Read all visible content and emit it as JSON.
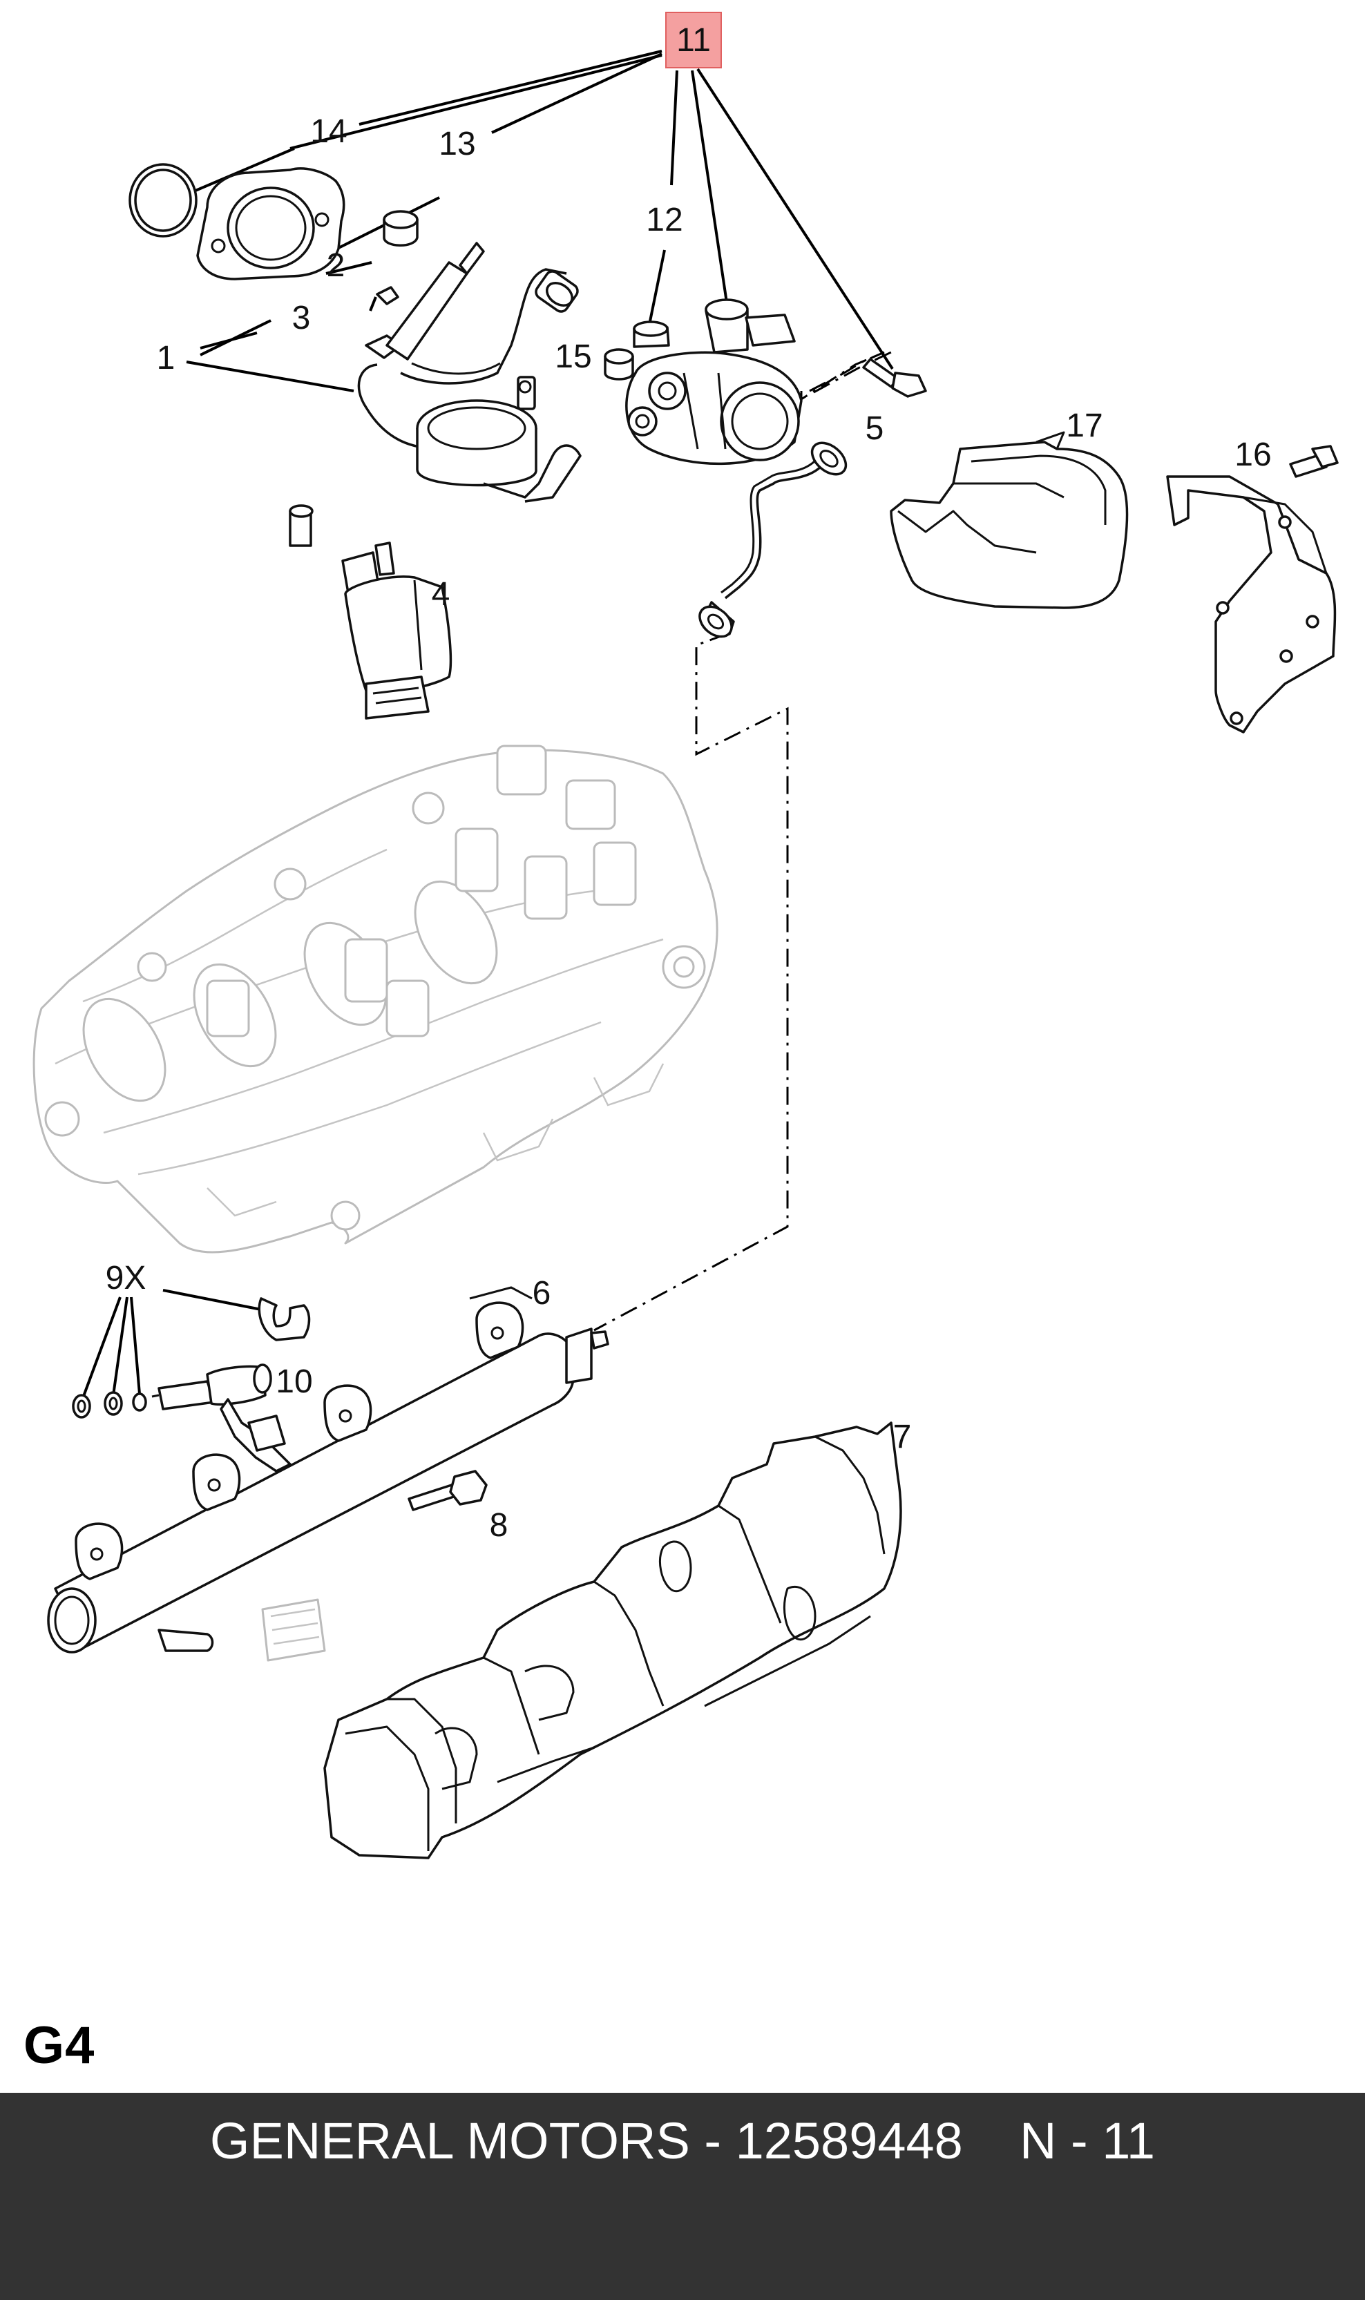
{
  "diagram": {
    "highlight_color": "#f4a0a0",
    "callouts": {
      "c11": "11",
      "c14": "14",
      "c13": "13",
      "c12": "12",
      "c2": "2",
      "c3": "3",
      "c1": "1",
      "c15": "15",
      "c5": "5",
      "c17": "17",
      "c16": "16",
      "c4": "4",
      "c9x": "9X",
      "c6": "6",
      "c10": "10",
      "c7": "7",
      "c8": "8"
    }
  },
  "section_code": "G4",
  "footer": {
    "background": "#333333",
    "manufacturer": "GENERAL MOTORS",
    "part_number": "12589448",
    "reference": "N - 11",
    "text": "GENERAL MOTORS - 12589448    N - 11"
  }
}
